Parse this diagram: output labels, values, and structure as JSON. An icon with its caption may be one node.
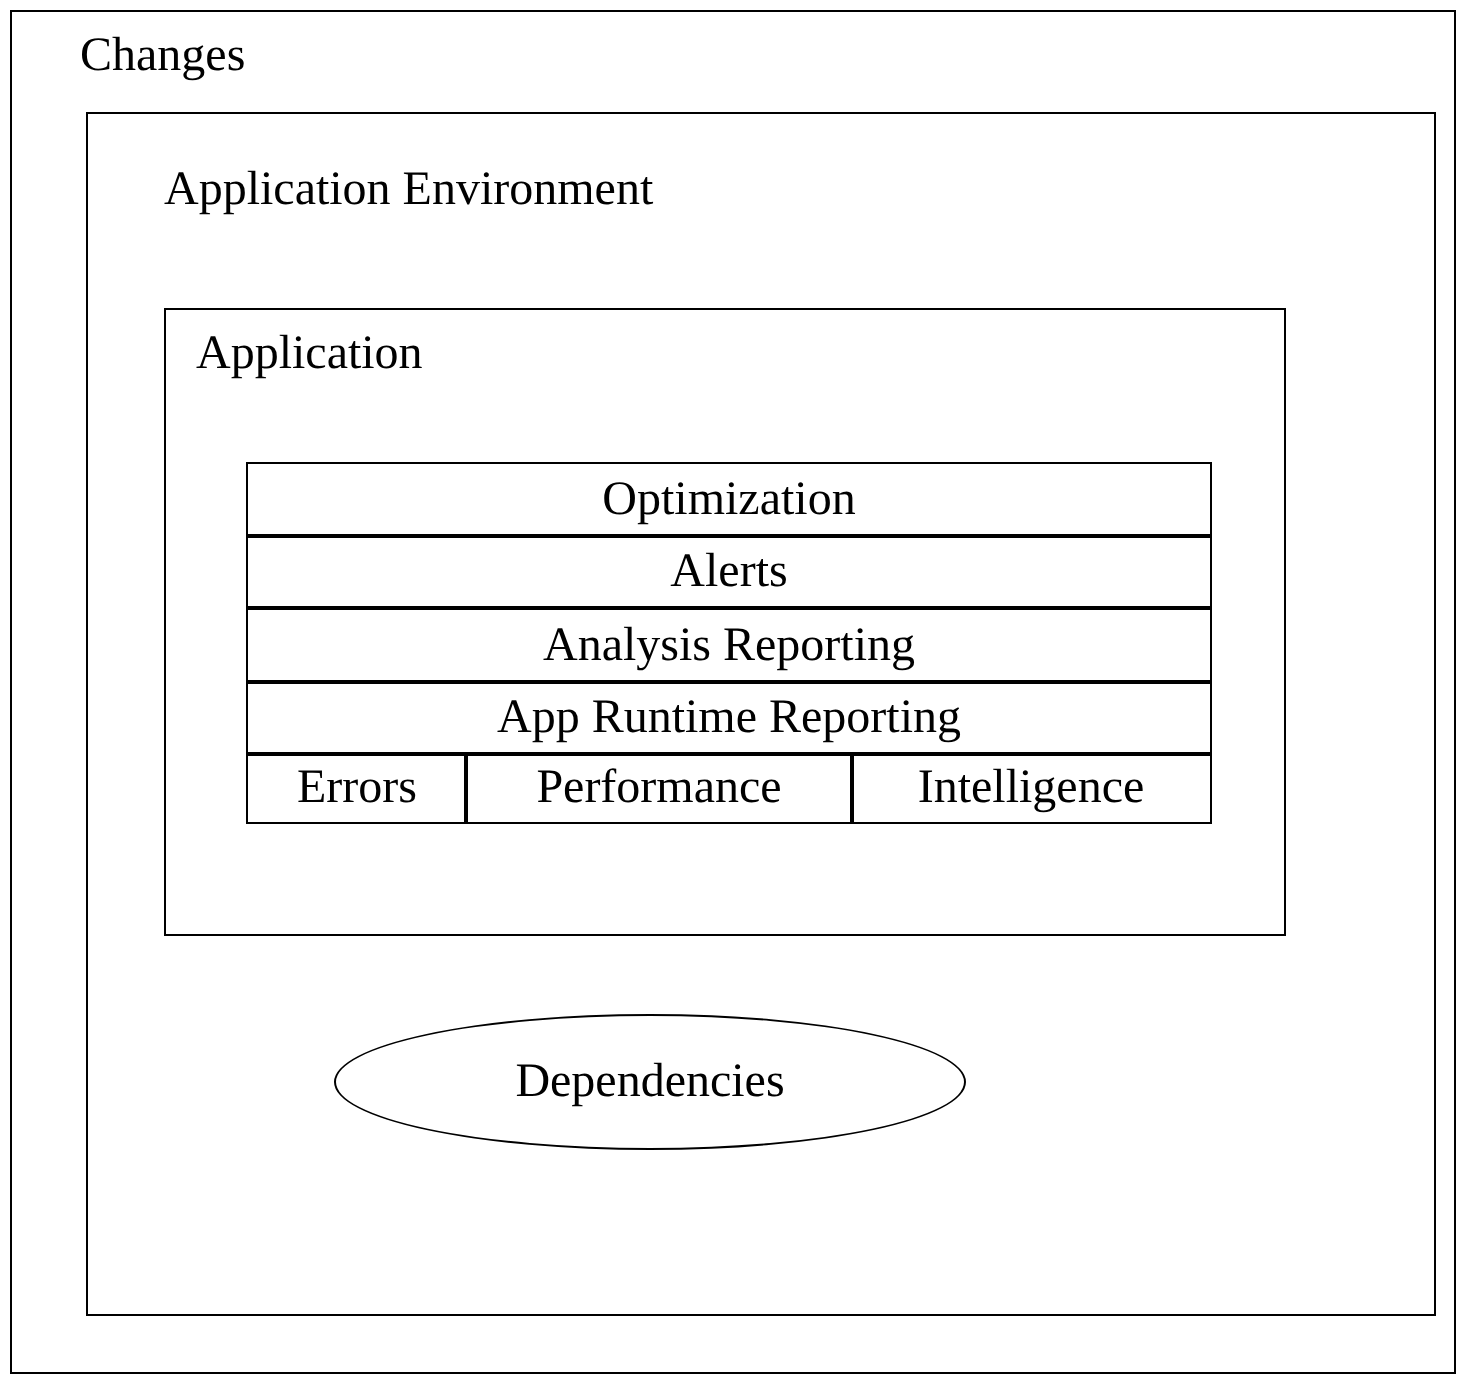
{
  "diagram": {
    "nodes": [
      {
        "text": [
          "Changes"
        ]
      },
      {
        "text": [
          "Application Environment"
        ],
        "in": 0
      },
      {
        "text": [
          "Application"
        ],
        "in": 1
      },
      {
        "text": [
          "Optimization"
        ],
        "in": 2
      },
      {
        "text": [
          "Alerts"
        ],
        "in": 2
      },
      {
        "text": [
          "Analysis Reporting"
        ],
        "in": 2
      },
      {
        "text": [
          "App Runtime Reporting"
        ],
        "in": 2
      },
      {
        "text": [
          "Errors"
        ],
        "in": 2
      },
      {
        "text": [
          "Performance"
        ],
        "in": 2
      },
      {
        "text": [
          "Intelligence"
        ],
        "in": 2
      },
      {
        "text": [
          "Dependencies"
        ],
        "in": 1
      }
    ]
  }
}
